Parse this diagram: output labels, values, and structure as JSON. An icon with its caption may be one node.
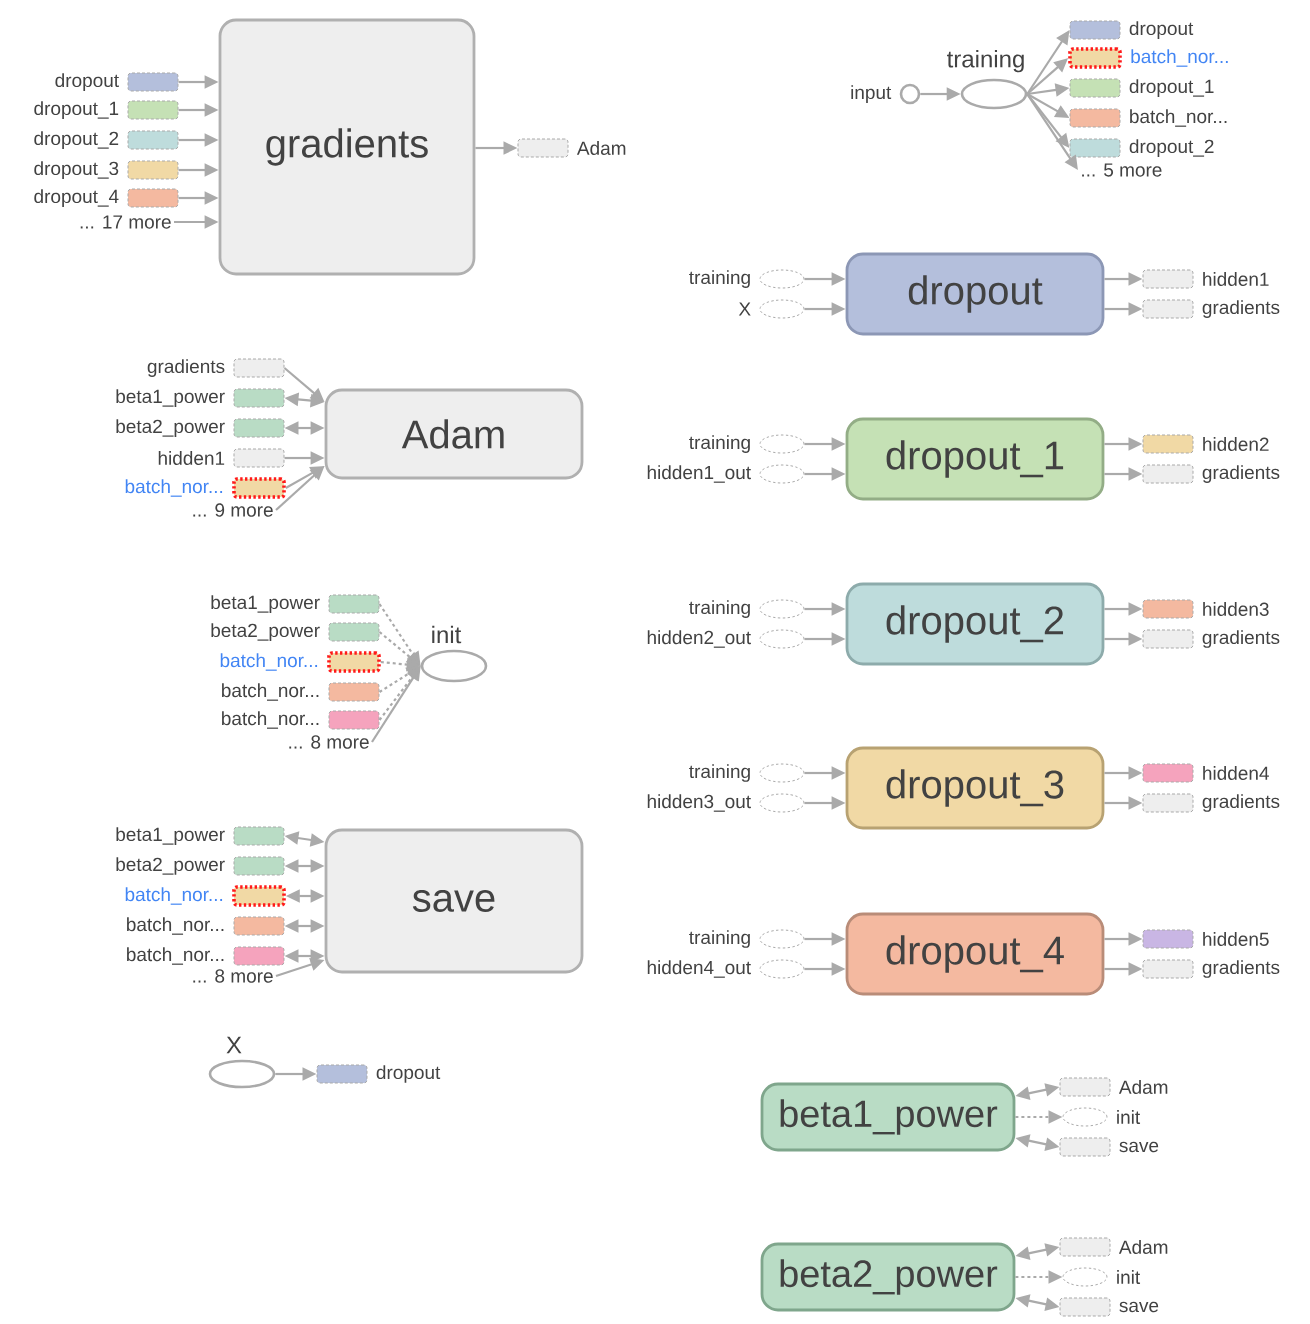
{
  "diagram": {
    "nodes": [
      {
        "text": [
          "gradients"
        ]
      },
      {
        "text": [
          "dropout"
        ]
      },
      {
        "text": [
          "dropout_1"
        ]
      },
      {
        "text": [
          "dropout_2"
        ]
      },
      {
        "text": [
          "dropout_3"
        ]
      },
      {
        "text": [
          "dropout_4"
        ]
      },
      {
        "text": [
          "... 17 more"
        ]
      },
      {
        "text": [
          "Adam"
        ]
      },
      {
        "text": [
          "input"
        ]
      },
      {
        "text": [
          "training"
        ]
      },
      {
        "text": [
          "dropout"
        ]
      },
      {
        "text": [
          "batch_nor..."
        ]
      },
      {
        "text": [
          "dropout_1"
        ]
      },
      {
        "text": [
          "batch_nor..."
        ]
      },
      {
        "text": [
          "dropout_2"
        ]
      },
      {
        "text": [
          "... 5 more"
        ]
      },
      {
        "text": [
          "Adam"
        ]
      },
      {
        "text": [
          "gradients"
        ]
      },
      {
        "text": [
          "beta1_power"
        ]
      },
      {
        "text": [
          "beta2_power"
        ]
      },
      {
        "text": [
          "hidden1"
        ]
      },
      {
        "text": [
          "batch_nor..."
        ]
      },
      {
        "text": [
          "... 9 more"
        ]
      },
      {
        "text": [
          "init"
        ]
      },
      {
        "text": [
          "beta1_power"
        ]
      },
      {
        "text": [
          "beta2_power"
        ]
      },
      {
        "text": [
          "batch_nor..."
        ]
      },
      {
        "text": [
          "batch_nor..."
        ]
      },
      {
        "text": [
          "batch_nor..."
        ]
      },
      {
        "text": [
          "... 8 more"
        ]
      },
      {
        "text": [
          "save"
        ]
      },
      {
        "text": [
          "beta1_power"
        ]
      },
      {
        "text": [
          "beta2_power"
        ]
      },
      {
        "text": [
          "batch_nor..."
        ]
      },
      {
        "text": [
          "batch_nor..."
        ]
      },
      {
        "text": [
          "batch_nor..."
        ]
      },
      {
        "text": [
          "... 8 more"
        ]
      },
      {
        "text": [
          "X"
        ]
      },
      {
        "text": [
          "dropout"
        ]
      },
      {
        "text": [
          "dropout"
        ]
      },
      {
        "text": [
          "training"
        ]
      },
      {
        "text": [
          "X"
        ]
      },
      {
        "text": [
          "hidden1"
        ]
      },
      {
        "text": [
          "gradients"
        ]
      },
      {
        "text": [
          "dropout_1"
        ]
      },
      {
        "text": [
          "training"
        ]
      },
      {
        "text": [
          "hidden1_out"
        ]
      },
      {
        "text": [
          "hidden2"
        ]
      },
      {
        "text": [
          "gradients"
        ]
      },
      {
        "text": [
          "dropout_2"
        ]
      },
      {
        "text": [
          "training"
        ]
      },
      {
        "text": [
          "hidden2_out"
        ]
      },
      {
        "text": [
          "hidden3"
        ]
      },
      {
        "text": [
          "gradients"
        ]
      },
      {
        "text": [
          "dropout_3"
        ]
      },
      {
        "text": [
          "training"
        ]
      },
      {
        "text": [
          "hidden3_out"
        ]
      },
      {
        "text": [
          "hidden4"
        ]
      },
      {
        "text": [
          "gradients"
        ]
      },
      {
        "text": [
          "dropout_4"
        ]
      },
      {
        "text": [
          "training"
        ]
      },
      {
        "text": [
          "hidden4_out"
        ]
      },
      {
        "text": [
          "hidden5"
        ]
      },
      {
        "text": [
          "gradients"
        ]
      },
      {
        "text": [
          "beta1_power"
        ]
      },
      {
        "text": [
          "Adam"
        ]
      },
      {
        "text": [
          "init"
        ]
      },
      {
        "text": [
          "save"
        ]
      },
      {
        "text": [
          "beta2_power"
        ]
      },
      {
        "text": [
          "Adam"
        ]
      },
      {
        "text": [
          "init"
        ]
      },
      {
        "text": [
          "save"
        ]
      }
    ],
    "edges": [
      {
        "from": 1,
        "to": 0,
        "arrow": "to"
      },
      {
        "from": 2,
        "to": 0,
        "arrow": "to"
      },
      {
        "from": 3,
        "to": 0,
        "arrow": "to"
      },
      {
        "from": 4,
        "to": 0,
        "arrow": "to"
      },
      {
        "from": 5,
        "to": 0,
        "arrow": "to"
      },
      {
        "from": 6,
        "to": 0,
        "arrow": "to"
      },
      {
        "from": 0,
        "to": 7,
        "arrow": "to"
      },
      {
        "from": 8,
        "to": 9,
        "arrow": "to"
      },
      {
        "from": 9,
        "to": 10,
        "arrow": "to"
      },
      {
        "from": 9,
        "to": 11,
        "arrow": "to"
      },
      {
        "from": 9,
        "to": 12,
        "arrow": "to"
      },
      {
        "from": 9,
        "to": 13,
        "arrow": "to"
      },
      {
        "from": 9,
        "to": 14,
        "arrow": "to"
      },
      {
        "from": 9,
        "to": 15,
        "arrow": "to"
      },
      {
        "from": 17,
        "to": 16,
        "arrow": "to"
      },
      {
        "from": 18,
        "to": 16,
        "arrow": "both"
      },
      {
        "from": 19,
        "to": 16,
        "arrow": "both"
      },
      {
        "from": 20,
        "to": 16,
        "arrow": "to"
      },
      {
        "from": 21,
        "to": 16,
        "arrow": "to"
      },
      {
        "from": 22,
        "to": 16,
        "arrow": "to"
      },
      {
        "from": 24,
        "to": 23,
        "arrow": "to",
        "style": "dashed"
      },
      {
        "from": 25,
        "to": 23,
        "arrow": "to",
        "style": "dashed"
      },
      {
        "from": 26,
        "to": 23,
        "arrow": "to",
        "style": "dashed"
      },
      {
        "from": 27,
        "to": 23,
        "arrow": "to",
        "style": "dashed"
      },
      {
        "from": 28,
        "to": 23,
        "arrow": "to",
        "style": "dashed"
      },
      {
        "from": 29,
        "to": 23,
        "arrow": "to"
      },
      {
        "from": 31,
        "to": 30,
        "arrow": "both"
      },
      {
        "from": 32,
        "to": 30,
        "arrow": "both"
      },
      {
        "from": 33,
        "to": 30,
        "arrow": "both"
      },
      {
        "from": 34,
        "to": 30,
        "arrow": "both"
      },
      {
        "from": 35,
        "to": 30,
        "arrow": "both"
      },
      {
        "from": 36,
        "to": 30,
        "arrow": "to"
      },
      {
        "from": 37,
        "to": 38,
        "arrow": "to"
      },
      {
        "from": 40,
        "to": 39,
        "arrow": "to"
      },
      {
        "from": 41,
        "to": 39,
        "arrow": "to"
      },
      {
        "from": 39,
        "to": 42,
        "arrow": "to"
      },
      {
        "from": 39,
        "to": 43,
        "arrow": "to"
      },
      {
        "from": 45,
        "to": 44,
        "arrow": "to"
      },
      {
        "from": 46,
        "to": 44,
        "arrow": "to"
      },
      {
        "from": 44,
        "to": 47,
        "arrow": "to"
      },
      {
        "from": 44,
        "to": 48,
        "arrow": "to"
      },
      {
        "from": 50,
        "to": 49,
        "arrow": "to"
      },
      {
        "from": 51,
        "to": 49,
        "arrow": "to"
      },
      {
        "from": 49,
        "to": 52,
        "arrow": "to"
      },
      {
        "from": 49,
        "to": 53,
        "arrow": "to"
      },
      {
        "from": 55,
        "to": 54,
        "arrow": "to"
      },
      {
        "from": 56,
        "to": 54,
        "arrow": "to"
      },
      {
        "from": 54,
        "to": 57,
        "arrow": "to"
      },
      {
        "from": 54,
        "to": 58,
        "arrow": "to"
      },
      {
        "from": 60,
        "to": 59,
        "arrow": "to"
      },
      {
        "from": 61,
        "to": 59,
        "arrow": "to"
      },
      {
        "from": 59,
        "to": 62,
        "arrow": "to"
      },
      {
        "from": 59,
        "to": 63,
        "arrow": "to"
      },
      {
        "from": 64,
        "to": 65,
        "arrow": "both"
      },
      {
        "from": 64,
        "to": 66,
        "arrow": "to",
        "style": "dashed"
      },
      {
        "from": 64,
        "to": 67,
        "arrow": "both"
      },
      {
        "from": 68,
        "to": 69,
        "arrow": "both"
      },
      {
        "from": 68,
        "to": 70,
        "arrow": "to",
        "style": "dashed"
      },
      {
        "from": 68,
        "to": 71,
        "arrow": "both"
      }
    ]
  }
}
